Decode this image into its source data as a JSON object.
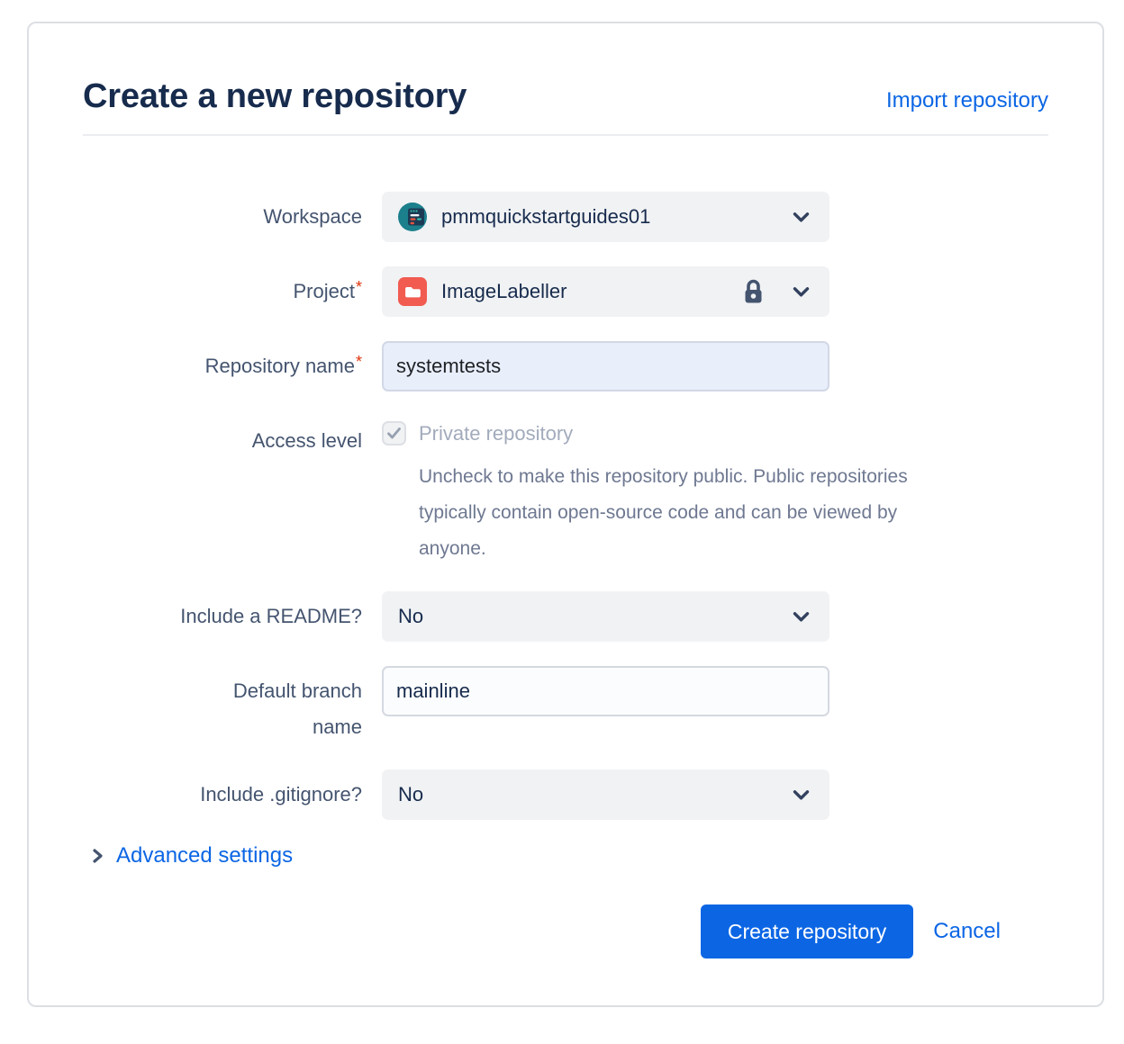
{
  "header": {
    "title": "Create a new repository",
    "import_link": "Import repository"
  },
  "form": {
    "workspace": {
      "label": "Workspace",
      "value": "pmmquickstartguides01"
    },
    "project": {
      "label": "Project",
      "required_marker": "*",
      "value": "ImageLabeller",
      "locked": true
    },
    "repository_name": {
      "label": "Repository name",
      "required_marker": "*",
      "value": "systemtests"
    },
    "access_level": {
      "label": "Access level",
      "checkbox_label": "Private repository",
      "checkbox_checked": true,
      "checkbox_disabled": true,
      "help_lines": {
        "0": "Uncheck to make this repository public. Public repositories",
        "1": "typically contain open-source code and can be viewed by",
        "2": "anyone."
      }
    },
    "include_readme": {
      "label": "Include a README?",
      "value": "No"
    },
    "default_branch": {
      "label": "Default branch name",
      "value": "mainline"
    },
    "include_gitignore": {
      "label": "Include .gitignore?",
      "value": "No"
    }
  },
  "advanced_settings": {
    "label": "Advanced settings"
  },
  "footer": {
    "create_label": "Create repository",
    "cancel_label": "Cancel"
  },
  "icons": {
    "workspace_avatar": "teal-circle-app-window-avatar",
    "project_icon": "red-folder",
    "lock_icon": "lock",
    "chevron_down_icon": "chevron-down",
    "chevron_right_icon": "chevron-right",
    "check_icon": "check"
  },
  "colors": {
    "accent_blue": "#0C66E4",
    "title_navy": "#172B4D",
    "label_slate": "#44546F",
    "muted_text": "#6E7891",
    "disabled_text": "#A2ABBC",
    "select_background": "#F1F2F4",
    "autofill_input_background": "#E9EEFB",
    "input_border": "#D5D9E0",
    "card_border": "#DCDFE4",
    "required_red": "#DE350B",
    "project_icon_red": "#F15B50",
    "avatar_teal": "#1B7F8C",
    "chevron_navy": "#32415E"
  }
}
